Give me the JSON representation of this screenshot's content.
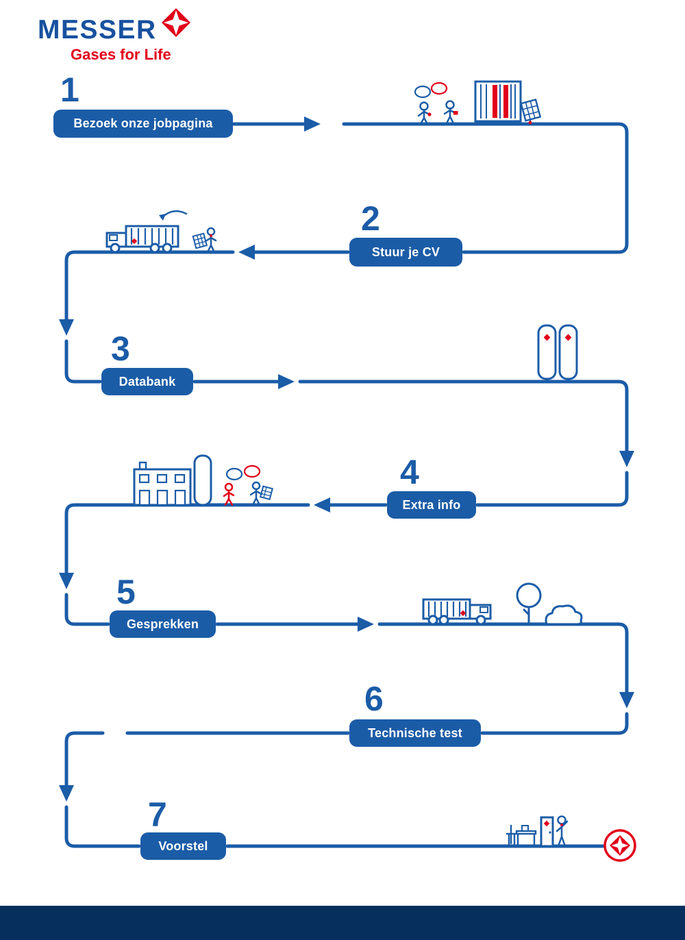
{
  "logo": {
    "brand": "MESSER",
    "tagline": "Gases for Life"
  },
  "steps": [
    {
      "number": "1",
      "label": "Bezoek onze jobpagina"
    },
    {
      "number": "2",
      "label": "Stuur je CV"
    },
    {
      "number": "3",
      "label": "Databank"
    },
    {
      "number": "4",
      "label": "Extra info"
    },
    {
      "number": "5",
      "label": "Gesprekken"
    },
    {
      "number": "6",
      "label": "Technische test"
    },
    {
      "number": "7",
      "label": "Voorstel"
    }
  ],
  "colors": {
    "blue": "#1B5CA7",
    "red": "#E2001A",
    "navy": "#062F5E"
  }
}
